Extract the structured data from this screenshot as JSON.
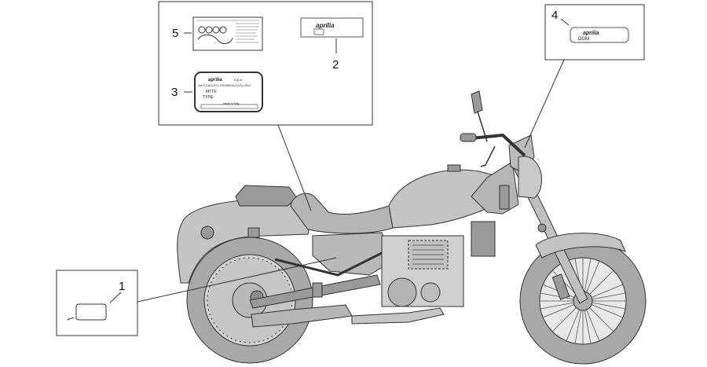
{
  "callouts": {
    "item1": "1",
    "item2": "2",
    "item3": "3",
    "item4": "4",
    "item5": "5"
  },
  "decals": {
    "aprilia_logo": "aprilia",
    "dgm_plate": {
      "brand": "aprilia",
      "model": "DGM"
    },
    "id_plate": {
      "brand": "aprilia",
      "company": "s.p.a.",
      "address": "Via G.GALILEI,1-30033NOALE(VE)-ITALY",
      "line1": "MTTE",
      "line2": "TYPE:",
      "footer": "made in Italy"
    }
  },
  "colors": {
    "bike_body": "#c4c4c4",
    "bike_dark": "#9a9a9a",
    "outline": "#333333",
    "tyre": "#a8a8a8"
  }
}
